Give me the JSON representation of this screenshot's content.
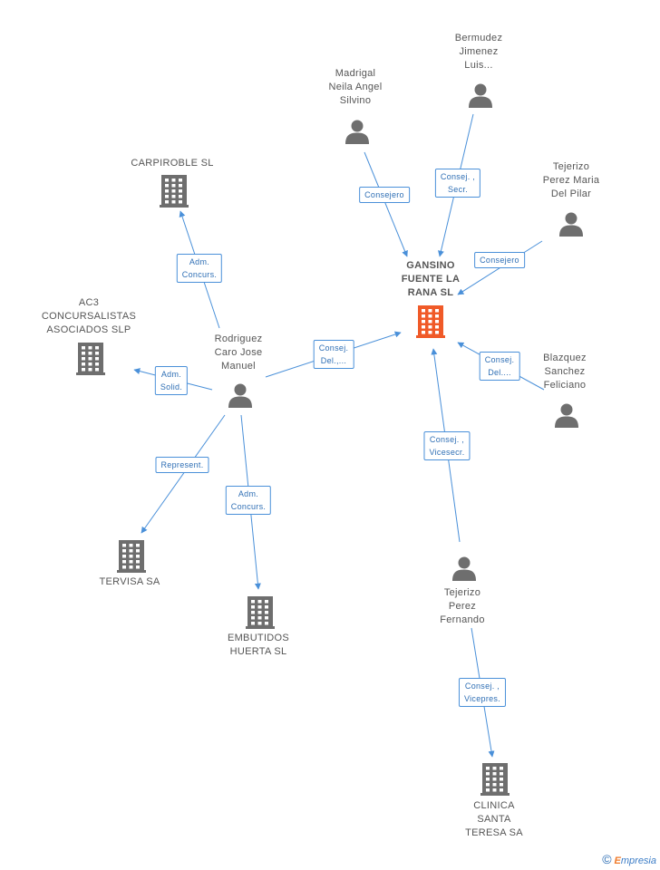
{
  "colors": {
    "edge": "#4a90d9",
    "icon": "#6e6e6e",
    "main_icon": "#f05a28",
    "label": "#555555"
  },
  "nodes": [
    {
      "id": "gansino",
      "type": "company",
      "main": true,
      "label": "GANSINO\nFUENTE LA\nRANA SL"
    },
    {
      "id": "rodriguez",
      "type": "person",
      "label": "Rodriguez\nCaro Jose\nManuel"
    },
    {
      "id": "madrigal",
      "type": "person",
      "label": "Madrigal\nNeila Angel\nSilvino"
    },
    {
      "id": "bermudez",
      "type": "person",
      "label": "Bermudez\nJimenez\nLuis..."
    },
    {
      "id": "tejerizo_maria",
      "type": "person",
      "label": "Tejerizo\nPerez Maria\nDel Pilar"
    },
    {
      "id": "blazquez",
      "type": "person",
      "label": "Blazquez\nSanchez\nFeliciano"
    },
    {
      "id": "tejerizo_fernando",
      "type": "person",
      "label": "Tejerizo\nPerez\nFernando"
    },
    {
      "id": "carpiroble",
      "type": "company",
      "label": "CARPIROBLE SL"
    },
    {
      "id": "ac3",
      "type": "company",
      "label": "AC3\nCONCURSALISTAS\nASOCIADOS SLP"
    },
    {
      "id": "tervisa",
      "type": "company",
      "label": "TERVISA SA"
    },
    {
      "id": "embutidos",
      "type": "company",
      "label": "EMBUTIDOS\nHUERTA SL"
    },
    {
      "id": "clinica",
      "type": "company",
      "label": "CLINICA\nSANTA\nTERESA SA"
    }
  ],
  "edges": [
    {
      "from": "madrigal",
      "to": "gansino",
      "label": "Consejero"
    },
    {
      "from": "bermudez",
      "to": "gansino",
      "label": "Consej. ,\nSecr."
    },
    {
      "from": "tejerizo_maria",
      "to": "gansino",
      "label": "Consejero"
    },
    {
      "from": "blazquez",
      "to": "gansino",
      "label": "Consej.\nDel...."
    },
    {
      "from": "tejerizo_fernando",
      "to": "gansino",
      "label": "Consej. ,\nVicesecr."
    },
    {
      "from": "rodriguez",
      "to": "gansino",
      "label": "Consej.\nDel.,..."
    },
    {
      "from": "rodriguez",
      "to": "carpiroble",
      "label": "Adm.\nConcurs."
    },
    {
      "from": "rodriguez",
      "to": "ac3",
      "label": "Adm.\nSolid."
    },
    {
      "from": "rodriguez",
      "to": "tervisa",
      "label": "Represent."
    },
    {
      "from": "rodriguez",
      "to": "embutidos",
      "label": "Adm.\nConcurs."
    },
    {
      "from": "tejerizo_fernando",
      "to": "clinica",
      "label": "Consej. ,\nVicepres."
    }
  ],
  "watermark": {
    "symbol": "©",
    "brand_initial": "E",
    "brand_rest": "mpresia"
  }
}
